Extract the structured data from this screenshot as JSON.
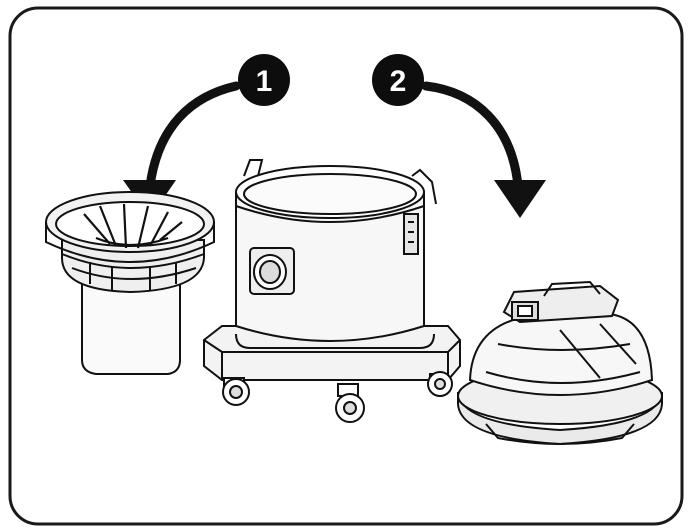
{
  "steps": [
    {
      "number": "1",
      "action": "remove-filter-basket"
    },
    {
      "number": "2",
      "action": "remove-motor-head"
    }
  ],
  "colors": {
    "outline": "#111111",
    "frame": "#1a1a1a",
    "badge_fill": "#0d0d0d",
    "badge_text": "#ffffff",
    "background": "#ffffff",
    "part_fill": "#f4f4f4"
  }
}
